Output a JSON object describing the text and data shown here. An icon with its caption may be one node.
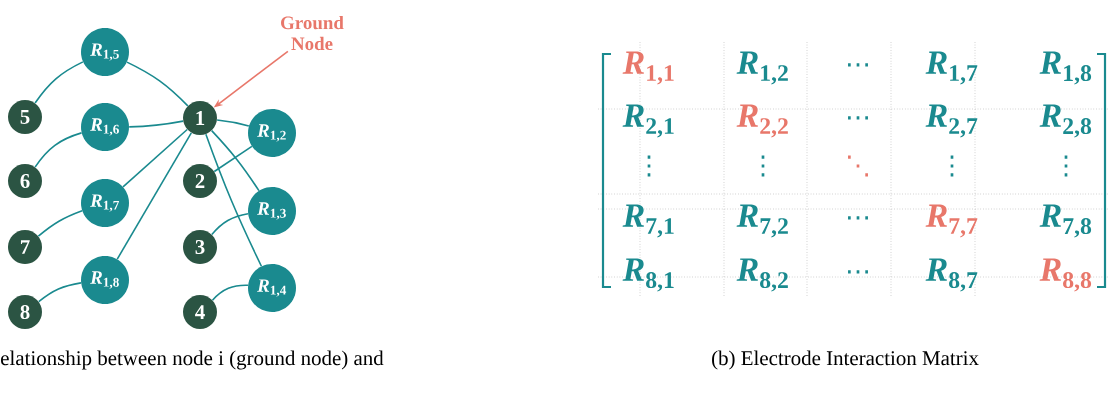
{
  "diagram": {
    "nodes": [
      {
        "text": [
          "Ground Node"
        ]
      },
      {
        "text": [
          "*R*$_{1,5}$"
        ]
      },
      {
        "text": [
          "5"
        ]
      },
      {
        "text": [
          "1"
        ]
      },
      {
        "text": [
          "*R*$_{1,6}$"
        ]
      },
      {
        "text": [
          "*R*$_{1,2}$"
        ]
      },
      {
        "text": [
          "6"
        ]
      },
      {
        "text": [
          "2"
        ]
      },
      {
        "text": [
          "*R*$_{1,7}$"
        ]
      },
      {
        "text": [
          "*R*$_{1,3}$"
        ]
      },
      {
        "text": [
          "7"
        ]
      },
      {
        "text": [
          "3"
        ]
      },
      {
        "text": [
          "*R*$_{1,8}$"
        ]
      },
      {
        "text": [
          "*R*$_{1,4}$"
        ]
      },
      {
        "text": [
          "8"
        ]
      },
      {
        "text": [
          "4"
        ]
      }
    ],
    "edges": [
      {
        "from": 0,
        "to": 3,
        "arrow": "to",
        "color": "#e8776a"
      },
      {
        "from": 2,
        "to": 1,
        "arrow": "none"
      },
      {
        "from": 1,
        "to": 3,
        "arrow": "none"
      },
      {
        "from": 6,
        "to": 4,
        "arrow": "none"
      },
      {
        "from": 4,
        "to": 3,
        "arrow": "none"
      },
      {
        "from": 10,
        "to": 8,
        "arrow": "none"
      },
      {
        "from": 8,
        "to": 3,
        "arrow": "none"
      },
      {
        "from": 14,
        "to": 12,
        "arrow": "none"
      },
      {
        "from": 12,
        "to": 3,
        "arrow": "none"
      },
      {
        "from": 3,
        "to": 5,
        "arrow": "none"
      },
      {
        "from": 5,
        "to": 7,
        "arrow": "none"
      },
      {
        "from": 3,
        "to": 9,
        "arrow": "none"
      },
      {
        "from": 9,
        "to": 11,
        "arrow": "none"
      },
      {
        "from": 3,
        "to": 13,
        "arrow": "none"
      },
      {
        "from": 13,
        "to": 15,
        "arrow": "none"
      }
    ],
    "labels": [
      "*R*$_{1,1}$",
      "*R*$_{1,2}$",
      "⋯",
      "*R*$_{1,7}$",
      "*R*$_{1,8}$",
      "*R*$_{2,1}$",
      "*R*$_{2,2}$",
      "⋯",
      "*R*$_{2,7}$",
      "*R*$_{2,8}$",
      "⋮",
      "⋮",
      "⋱",
      "⋮",
      "⋮",
      "*R*$_{7,1}$",
      "*R*$_{7,2}$",
      "⋯",
      "*R*$_{7,7}$",
      "*R*$_{7,8}$",
      "*R*$_{8,1}$",
      "*R*$_{8,2}$",
      "⋯",
      "*R*$_{8,7}$",
      "*R*$_{8,8}$",
      "elationship between node i (ground node) and",
      "(b) Electrode Interaction Matrix"
    ]
  }
}
